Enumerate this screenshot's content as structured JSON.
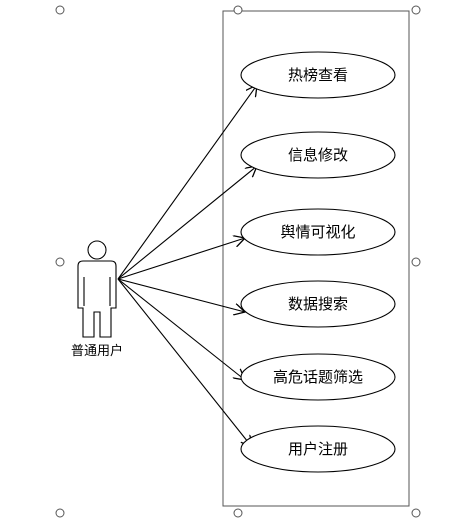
{
  "diagram": {
    "actor": {
      "label": "普通用户"
    },
    "use_cases": [
      {
        "label": "热榜查看"
      },
      {
        "label": "信息修改"
      },
      {
        "label": "舆情可视化"
      },
      {
        "label": "数据搜索"
      },
      {
        "label": "高危话题筛选"
      },
      {
        "label": "用户注册"
      }
    ],
    "colors": {
      "stroke": "#000000",
      "background": "#ffffff",
      "handle_stroke": "#555555"
    }
  }
}
